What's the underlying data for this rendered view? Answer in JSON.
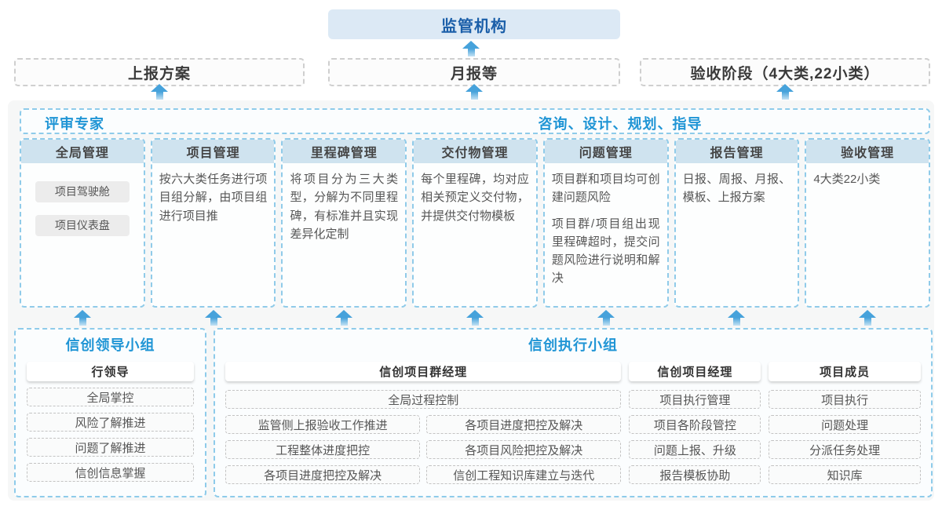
{
  "top": {
    "regulator_label": "监管机构",
    "channels": [
      {
        "label": "上报方案"
      },
      {
        "label": "月报等"
      },
      {
        "label": "验收阶段（4大类,22小类）"
      }
    ]
  },
  "main": {
    "experts_label": "评审专家",
    "advisory_label": "咨询、设计、规划、指导",
    "columns": [
      {
        "title": "全局管理",
        "chips": [
          "项目驾驶舱",
          "项目仪表盘"
        ]
      },
      {
        "title": "项目管理",
        "text": "按六大类任务进行项目组分解，由项目组进行项目推"
      },
      {
        "title": "里程碑管理",
        "text": "将项目分为三大类型，分解为不同里程碑，有标准并且实现差异化定制"
      },
      {
        "title": "交付物管理",
        "text": "每个里程碑，均对应相关预定义交付物，并提供交付物模板"
      },
      {
        "title": "问题管理",
        "text1": "项目群和项目均可创建问题风险",
        "text2": "项目群/项目组出现里程碑超时，提交问题风险进行说明和解决"
      },
      {
        "title": "报告管理",
        "text": "日报、周报、月报、模板、上报方案"
      },
      {
        "title": "验收管理",
        "text": "4大类22小类"
      }
    ]
  },
  "bottom": {
    "leader_group": {
      "title": "信创领导小组",
      "role": "行领导",
      "items": [
        "全局掌控",
        "风险了解推进",
        "问题了解推进",
        "信创信息掌握"
      ]
    },
    "exec_group": {
      "title": "信创执行小组",
      "program_manager": {
        "role": "信创项目群经理",
        "full_item": "全局过程控制",
        "left_items": [
          "监管侧上报验收工作推进",
          "工程整体进度把控",
          "各项目进度把控及解决"
        ],
        "right_items": [
          "各项目进度把控及解决",
          "各项目风险把控及解决",
          "信创工程知识库建立与迭代"
        ]
      },
      "project_manager": {
        "role": "信创项目经理",
        "items": [
          "项目执行管理",
          "项目各阶段管控",
          "问题上报、升级",
          "报告模板协助"
        ]
      },
      "member": {
        "role": "项目成员",
        "items": [
          "项目执行",
          "问题处理",
          "分派任务处理",
          "知识库"
        ]
      }
    }
  },
  "colors": {
    "accent_blue": "#2095d5",
    "regulator_text": "#1b5fa9",
    "regulator_bg": "#dce9f5",
    "column_header_bg": "#cfe3ef",
    "dashed_blue_border": "#8ecbea",
    "arrow_blue": "#46a2db",
    "panel_bg": "#f6f7f7"
  }
}
